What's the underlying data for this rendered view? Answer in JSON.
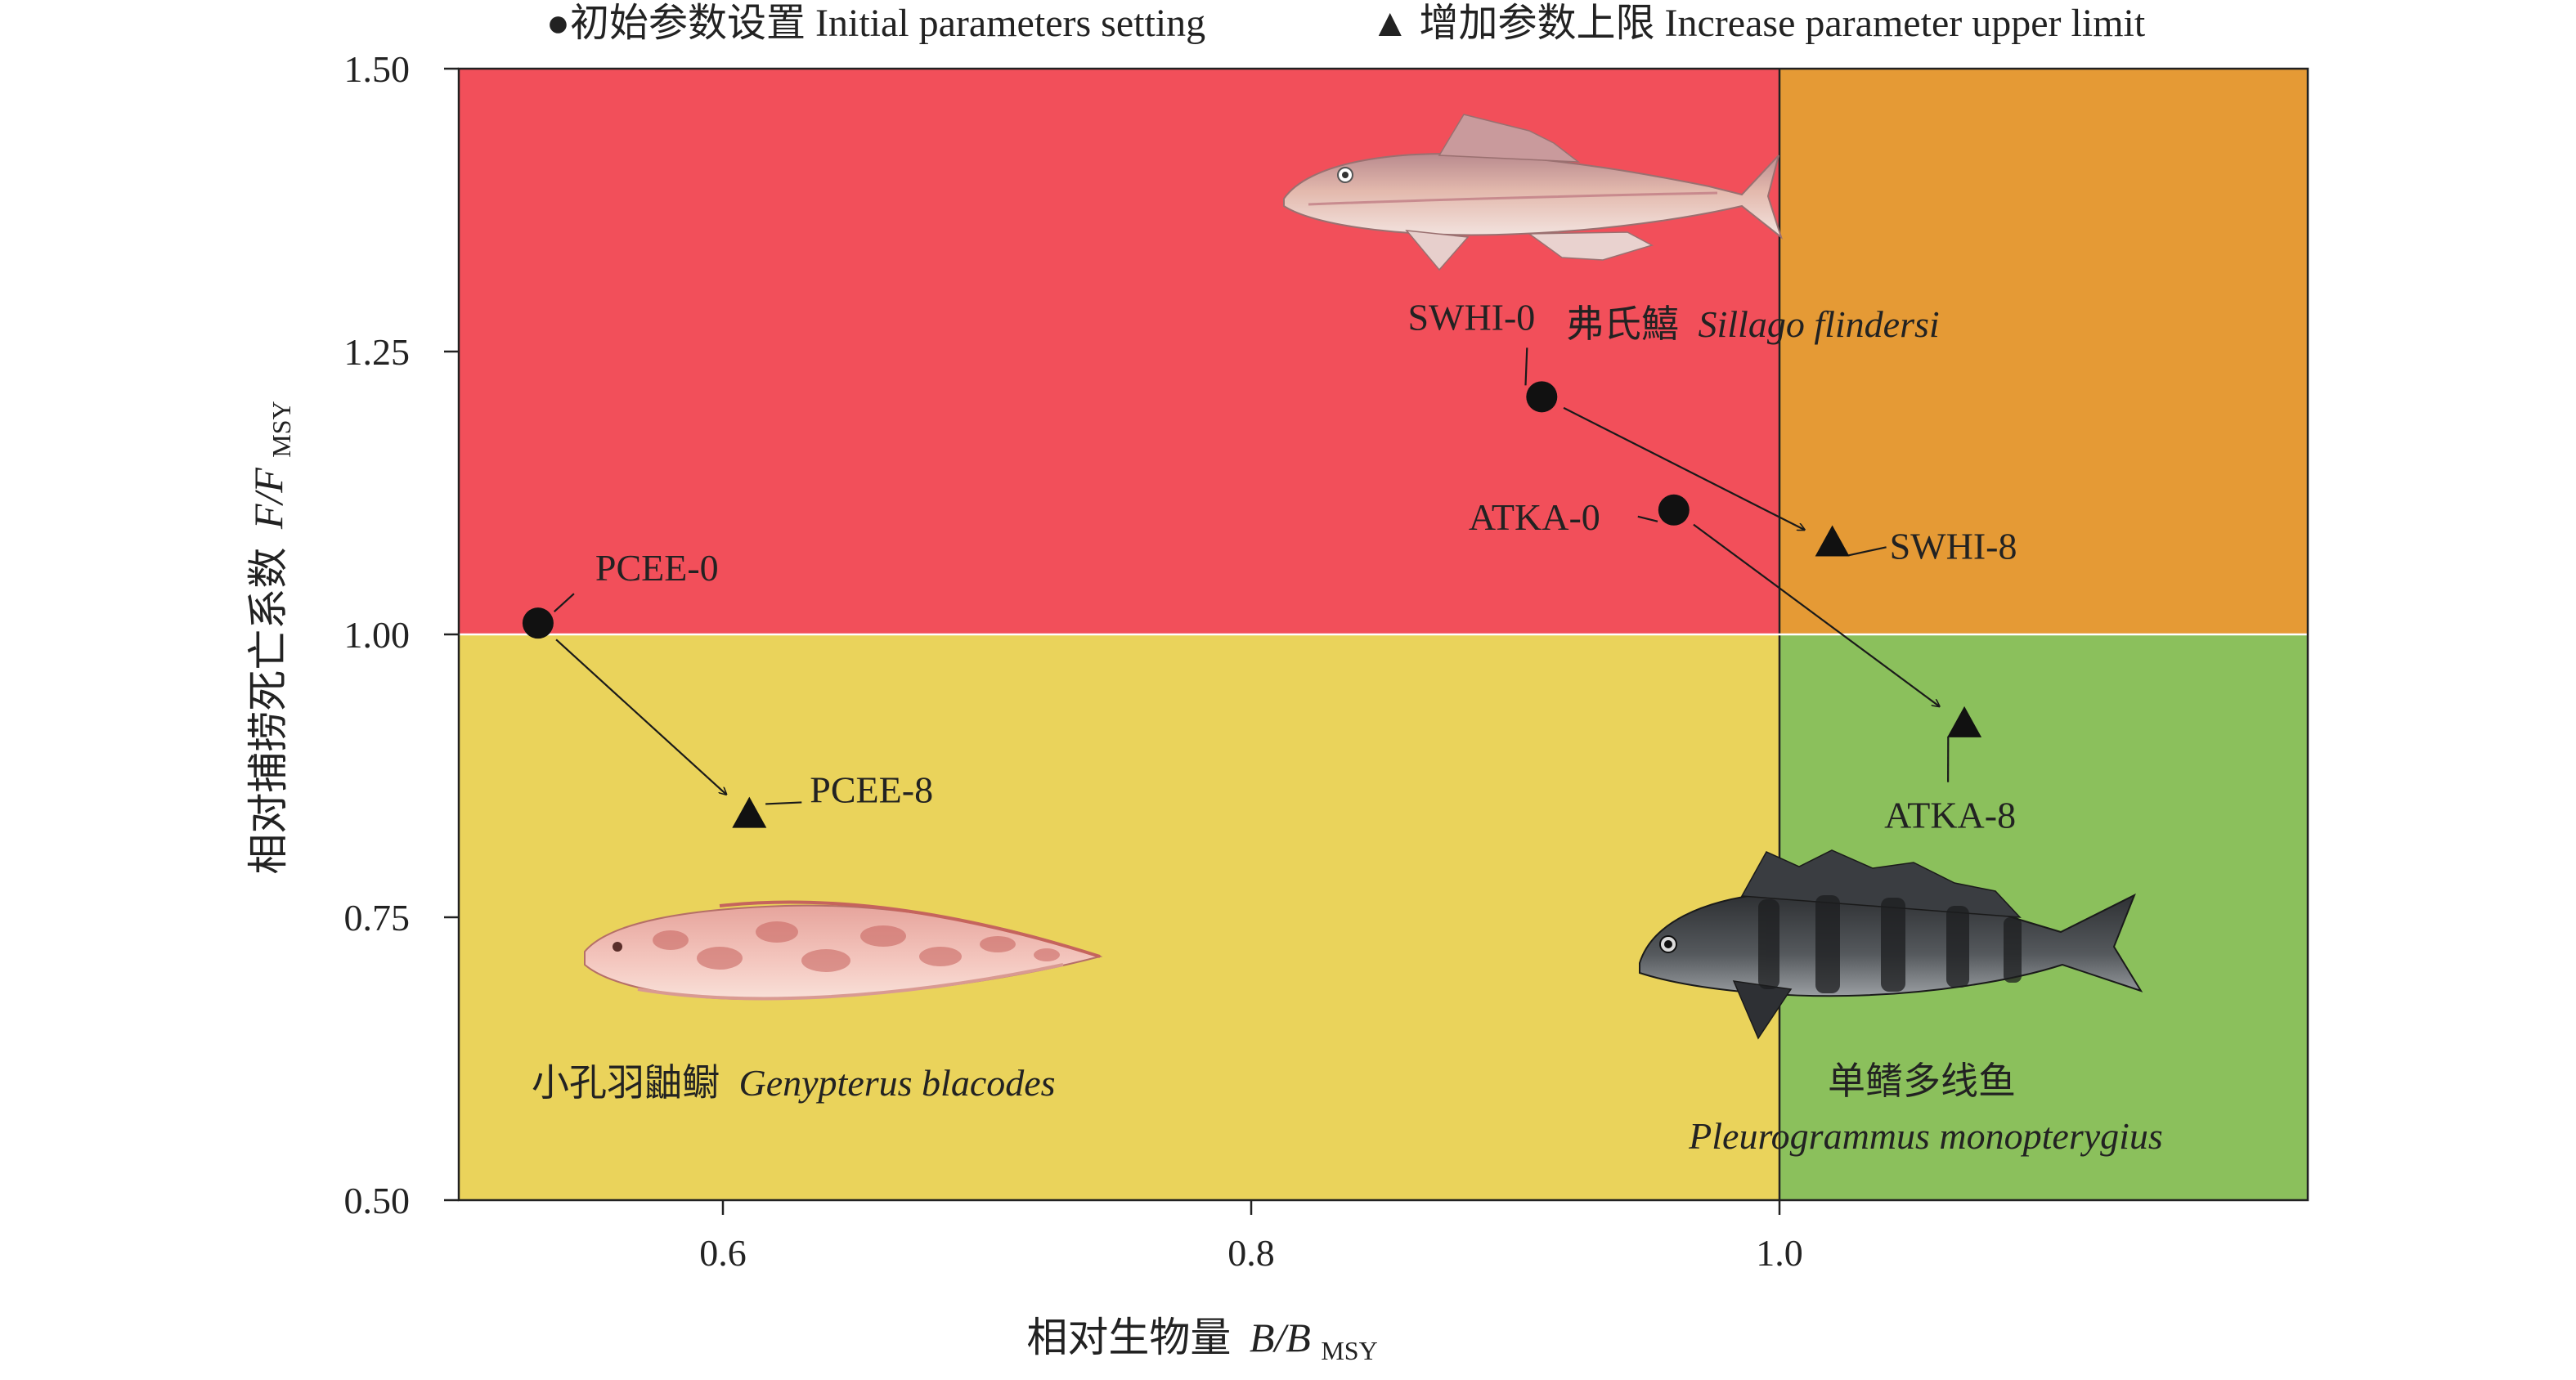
{
  "chart_data": {
    "type": "scatter",
    "xlabel_cn": "相对生物量",
    "xlabel_sym": "B/B",
    "xlabel_sub": "MSY",
    "ylabel_cn": "相对捕捞死亡系数",
    "ylabel_sym": "F/F",
    "ylabel_sub": "MSY",
    "xlim": [
      0.5,
      1.2
    ],
    "ylim": [
      0.5,
      1.5
    ],
    "xticks": [
      "0.6",
      "0.8",
      "1.0"
    ],
    "xtick_values": [
      0.6,
      0.8,
      1.0
    ],
    "yticks": [
      "0.50",
      "0.75",
      "1.00",
      "1.25",
      "1.50"
    ],
    "ytick_values": [
      0.5,
      0.75,
      1.0,
      1.25,
      1.5
    ],
    "quadrants": [
      {
        "name": "overfishing-overfished",
        "color": "#f24f5a"
      },
      {
        "name": "overfishing-not-overfished",
        "color": "#e59a35"
      },
      {
        "name": "overfished-no-overfishing",
        "color": "#ead35b"
      },
      {
        "name": "healthy",
        "color": "#8bc05c"
      }
    ],
    "legend": [
      {
        "marker": "circle",
        "label": "●初始参数设置 Initial parameters setting"
      },
      {
        "marker": "triangle",
        "label": "▲ 增加参数上限 Increase parameter upper limit"
      }
    ],
    "series": [
      {
        "name": "初始参数设置 Initial parameters setting",
        "marker": "circle",
        "points": [
          {
            "label": "PCEE-0",
            "x": 0.53,
            "y": 1.01
          },
          {
            "label": "SWHI-0",
            "x": 0.91,
            "y": 1.21
          },
          {
            "label": "ATKA-0",
            "x": 0.96,
            "y": 1.11
          }
        ]
      },
      {
        "name": "增加参数上限 Increase parameter upper limit",
        "marker": "triangle",
        "points": [
          {
            "label": "PCEE-8",
            "x": 0.61,
            "y": 0.84
          },
          {
            "label": "SWHI-8",
            "x": 1.02,
            "y": 1.08
          },
          {
            "label": "ATKA-8",
            "x": 1.07,
            "y": 0.92
          }
        ]
      }
    ],
    "arrows": [
      {
        "from": [
          0.53,
          1.01
        ],
        "to": [
          0.61,
          0.84
        ]
      },
      {
        "from": [
          0.91,
          1.21
        ],
        "to": [
          1.02,
          1.08
        ]
      },
      {
        "from": [
          0.96,
          1.11
        ],
        "to": [
          1.07,
          0.92
        ]
      }
    ],
    "species": [
      {
        "id": "sillago",
        "cn": "弗氏鱚",
        "latin": "Sillago flindersi"
      },
      {
        "id": "genypterus",
        "cn": "小孔羽鼬鳚",
        "latin": "Genypterus blacodes"
      },
      {
        "id": "pleurogrammus",
        "cn": "单鳍多线鱼",
        "latin": "Pleurogrammus monopterygius"
      }
    ]
  }
}
